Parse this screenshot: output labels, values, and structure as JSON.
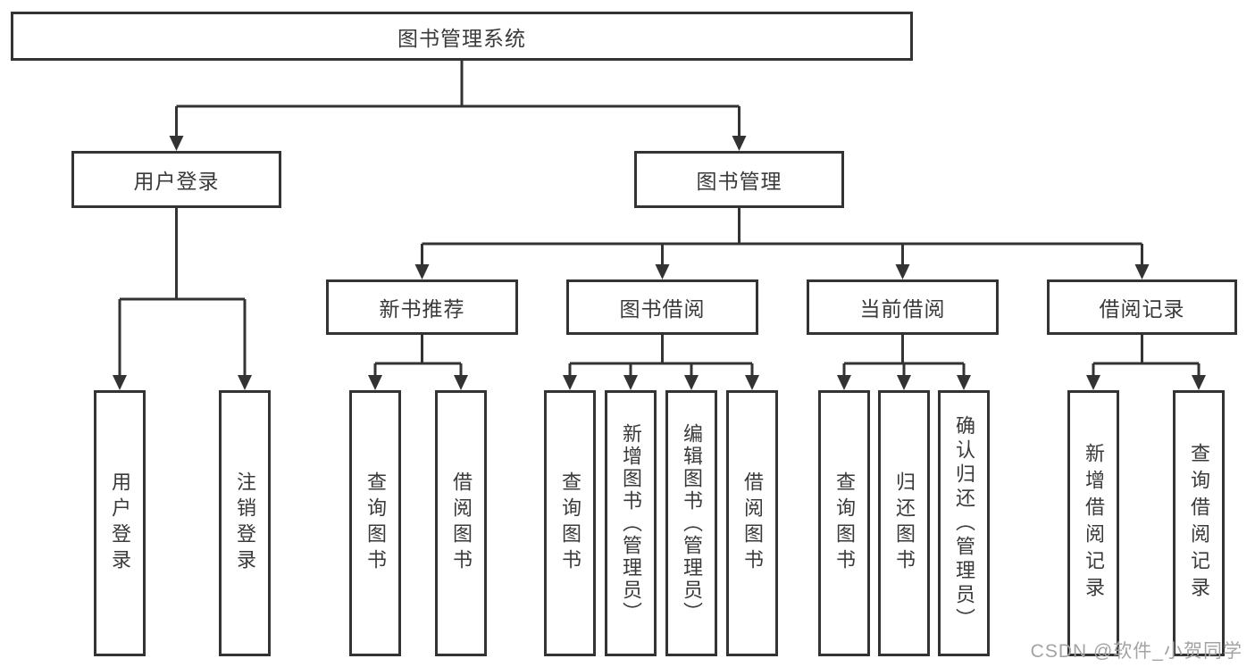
{
  "diagram": {
    "root": {
      "label": "图书管理系统"
    },
    "user_login": {
      "label": "用户登录",
      "children": [
        {
          "label": "用户登录"
        },
        {
          "label": "注销登录"
        }
      ]
    },
    "book_mgmt": {
      "label": "图书管理",
      "groups": [
        {
          "label": "新书推荐",
          "children": [
            {
              "label": "查询图书"
            },
            {
              "label": "借阅图书"
            }
          ]
        },
        {
          "label": "图书借阅",
          "children": [
            {
              "label": "查询图书"
            },
            {
              "label": "新增图书（管理员）"
            },
            {
              "label": "编辑图书（管理员）"
            },
            {
              "label": "借阅图书"
            }
          ]
        },
        {
          "label": "当前借阅",
          "children": [
            {
              "label": "查询图书"
            },
            {
              "label": "归还图书"
            },
            {
              "label": "确认归还（管理员）"
            }
          ]
        },
        {
          "label": "借阅记录",
          "children": [
            {
              "label": "新增借阅记录"
            },
            {
              "label": "查询借阅记录"
            }
          ]
        }
      ]
    }
  },
  "watermark": {
    "text": "CSDN @软件_小贺同学"
  },
  "colors": {
    "line": "#333333",
    "text": "#3a3a3a",
    "watermark": "#a3a3a3",
    "background": "#ffffff"
  }
}
